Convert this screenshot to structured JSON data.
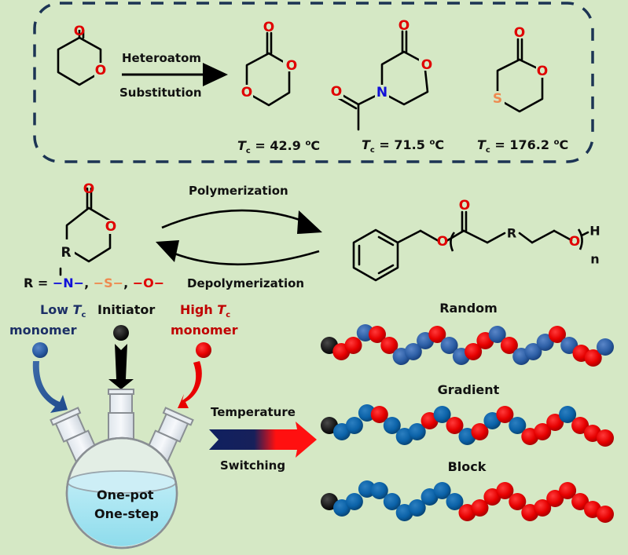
{
  "colors": {
    "background": "#d5e8c5",
    "box_border": "#1c3454",
    "oxygen": "#e00000",
    "nitrogen": "#1010d8",
    "sulfur": "#ee8a50",
    "low_tc": "#1c2f66",
    "high_tc": "#c00000",
    "bead_blue": "#2f62a8",
    "bead_red": "#e20000",
    "bead_black": "#1a1a1a"
  },
  "top_box": {
    "arrow_label_top": "Heteroatom",
    "arrow_label_bottom": "Substitution",
    "monomers": [
      {
        "name": "1,4-dioxan-2-one",
        "tc_label": "T",
        "tc_sub": "c",
        "tc_value": " = 42.9 ",
        "tc_unit_sup": "o",
        "tc_unit": "C"
      },
      {
        "name": "N-acetyl morpholinone",
        "tc_label": "T",
        "tc_sub": "c",
        "tc_value": " = 71.5 ",
        "tc_unit_sup": "o",
        "tc_unit": "C"
      },
      {
        "name": "thiomorpholinone",
        "tc_label": "T",
        "tc_sub": "c",
        "tc_value": " = 176.2 ",
        "tc_unit_sup": "o",
        "tc_unit": "C"
      }
    ]
  },
  "equilibrium": {
    "forward_label": "Polymerization",
    "reverse_label": "Depolymerization",
    "r_definition": {
      "prefix": "R = ",
      "options": [
        {
          "text": "−N−",
          "atom": "N"
        },
        {
          "text": "−S−",
          "atom": "S"
        },
        {
          "text": "−O−",
          "atom": "O"
        }
      ],
      "separator": ", "
    },
    "polymer": {
      "subscript": "n",
      "end_group": "H",
      "repeat_atom": "R"
    }
  },
  "reagents": {
    "low_tc": {
      "line1": "Low ",
      "tc": "T",
      "tc_sub": "c",
      "line2": "monomer"
    },
    "initiator": {
      "label": "Initiator"
    },
    "high_tc": {
      "line1": "High ",
      "tc": "T",
      "tc_sub": "c",
      "line2": "monomer"
    },
    "flask_label_1": "One-pot",
    "flask_label_2": "One-step"
  },
  "switch": {
    "label_top": "Temperature",
    "label_bottom": "Switching"
  },
  "architectures": [
    {
      "title": "Random",
      "sequence": "KRRBRRBBBRBBRRBRBBBRBRRB"
    },
    {
      "title": "Gradient",
      "sequence": "KBBBRBBBRBRBRBRBRRRBRRR"
    },
    {
      "title": "Block",
      "sequence": "KBBBBBBBBBBRRRRRRRRRRRR"
    }
  ]
}
